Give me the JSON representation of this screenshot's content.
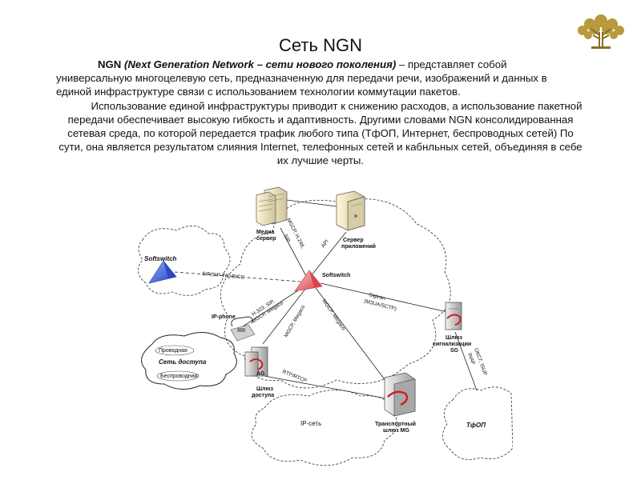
{
  "title": "Сеть NGN",
  "intro": {
    "abbr": "NGN",
    "definition": "(Next Generation Network – сети нового поколения)",
    "dash": "–",
    "rest": "представляет собой универсальную многоцелевую сеть, предназначенную для передачи речи, изображений и данных в единой инфраструктуре связи с использованием технологии коммутации пакетов."
  },
  "paragraph2": "Использование единой инфраструктуры приводит к снижению расходов, а использование пакетной передачи обеспечивает высокую гибкость и адаптивность. Другими словами NGN консолидированная сетевая среда, по которой передается трафик любого типа (ТфОП, Интернет, беспроводных сетей) По сути, она является результатом слияния Internet, телефонных сетей и кабнльных сетей, объединяя в себе их лучшие черты.",
  "diagram": {
    "media_server": [
      "Медиа",
      "сервер"
    ],
    "app_server": [
      "Сервер",
      "приложений"
    ],
    "softswitch_left": "Softswitch",
    "softswitch_center": "Softswitch",
    "ip_phone": "IP-phone",
    "access_net": {
      "wired": "Проводная",
      "title": "Сеть доступа",
      "wireless": "Беспроводная"
    },
    "ag_label": "AG",
    "access_gw": [
      "Шлюз",
      "доступа"
    ],
    "signal_gw": [
      "Шлюз",
      "сигнализации",
      "SG"
    ],
    "ip_net": "IP-сеть",
    "transport_gw": [
      "Транспортный",
      "шлюз MG"
    ],
    "pstn": "ТфОП",
    "protocols": {
      "mgcp_h248": "MGCP, H.248,",
      "sip_top": "SIP",
      "api": "API",
      "sip_t": "SIP/SIP-T/Q.BICC",
      "h323": "H.323, SIP,",
      "mgcp_megaco1": "MGCP, Megaco",
      "mgcp_megaco2": "MGCP, Megaco",
      "mgcp_megaco3": "MGCP, Megaco",
      "sigtran": "Sigtran",
      "m3ua": "(M3UA/SCTP)",
      "rtp": "RTP/RTCP",
      "oks7": "ОКС7, ISUP",
      "inap": "INAP"
    }
  },
  "colors": {
    "accent_red": "#cc1f1f",
    "softswitch_blue": "#3b5bd6",
    "softswitch_red": "#e0545a"
  }
}
